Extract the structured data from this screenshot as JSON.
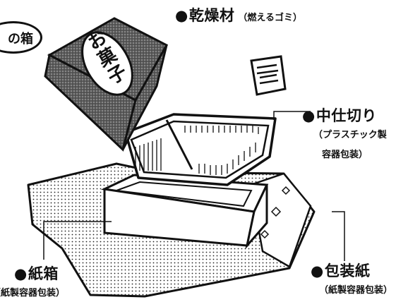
{
  "labels": {
    "badge": "の箱",
    "desiccant": {
      "name": "乾燥材",
      "note": "（燃えるゴミ）"
    },
    "divider": {
      "name": "中仕切り",
      "note_line1": "（プラスチック製",
      "note_line2": "容器包装）"
    },
    "paper_box": {
      "name": "紙箱",
      "note": "（紙製容器包装）"
    },
    "wrapping_paper": {
      "name": "包装紙",
      "note": "（紙製容器包装）"
    }
  },
  "lid_text": "お菓子",
  "colors": {
    "ink": "#111111",
    "paper": "#ffffff",
    "dot_fill": "#e8e8e8"
  }
}
